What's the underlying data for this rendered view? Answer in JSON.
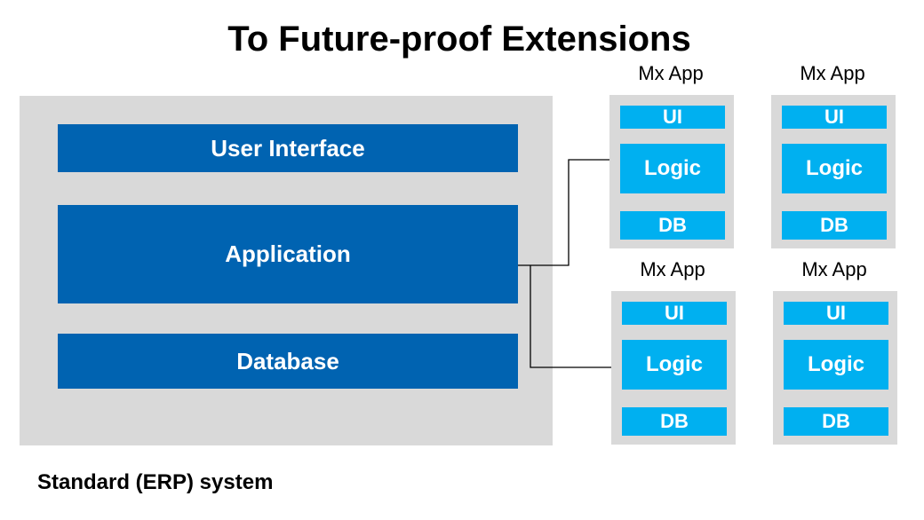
{
  "title": "To Future-proof Extensions",
  "erp": {
    "layers": [
      "User Interface",
      "Application",
      "Database"
    ],
    "caption": "Standard (ERP) system"
  },
  "apps": [
    {
      "label": "Mx App",
      "ui": "UI",
      "logic": "Logic",
      "db": "DB"
    },
    {
      "label": "Mx App",
      "ui": "UI",
      "logic": "Logic",
      "db": "DB"
    },
    {
      "label": "Mx App",
      "ui": "UI",
      "logic": "Logic",
      "db": "DB"
    },
    {
      "label": "Mx App",
      "ui": "UI",
      "logic": "Logic",
      "db": "DB"
    }
  ],
  "colors": {
    "erp_layer": "#0063b1",
    "app_block": "#00b0f0",
    "panel": "#d9d9d9"
  }
}
